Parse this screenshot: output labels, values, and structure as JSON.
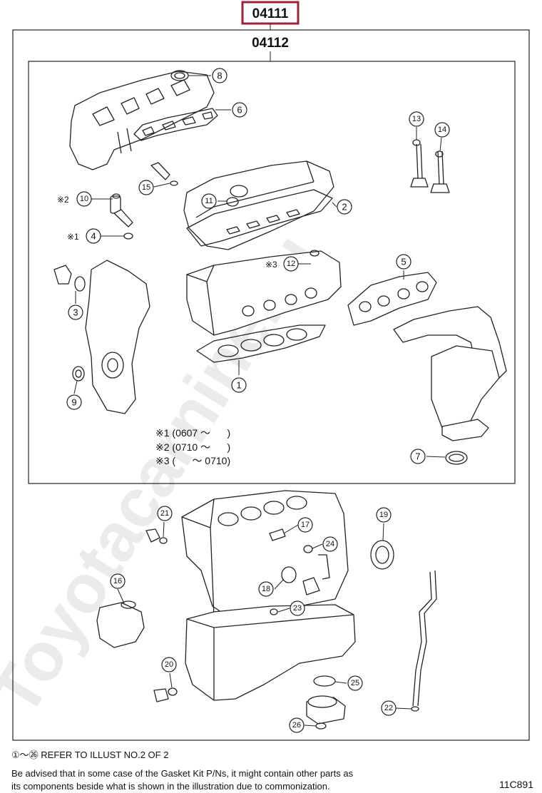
{
  "header": {
    "kit_code": "04111",
    "subkit_code": "04112"
  },
  "watermark": "Toyotacarnine.ru",
  "callouts": [
    {
      "n": "1"
    },
    {
      "n": "2"
    },
    {
      "n": "3"
    },
    {
      "n": "4"
    },
    {
      "n": "5"
    },
    {
      "n": "6"
    },
    {
      "n": "7"
    },
    {
      "n": "8"
    },
    {
      "n": "9"
    },
    {
      "n": "10"
    },
    {
      "n": "11"
    },
    {
      "n": "12"
    },
    {
      "n": "13"
    },
    {
      "n": "14"
    },
    {
      "n": "15"
    },
    {
      "n": "16"
    },
    {
      "n": "17"
    },
    {
      "n": "18"
    },
    {
      "n": "19"
    },
    {
      "n": "20"
    },
    {
      "n": "21"
    },
    {
      "n": "22"
    },
    {
      "n": "23"
    },
    {
      "n": "24"
    },
    {
      "n": "25"
    },
    {
      "n": "26"
    }
  ],
  "marks": {
    "m1": "※1",
    "m2": "※2",
    "m3": "※3"
  },
  "legend": {
    "l1": "※1 (0607 ～      )",
    "l2": "※2 (0710 ～      )",
    "l3": "※3 (      ～ 0710)"
  },
  "notes": {
    "refer": "①～㉖ REFER TO ILLUST NO.2 OF 2",
    "advice_1": "Be advised that in some case of the Gasket Kit P/Ns,  it might contain other parts as",
    "advice_2": "its components beside what is shown in the illustration due to commonization."
  },
  "figure_id": "11C891",
  "colors": {
    "kit_box": "#a0203a",
    "line": "#222222",
    "watermark": "#dcdcdc"
  }
}
